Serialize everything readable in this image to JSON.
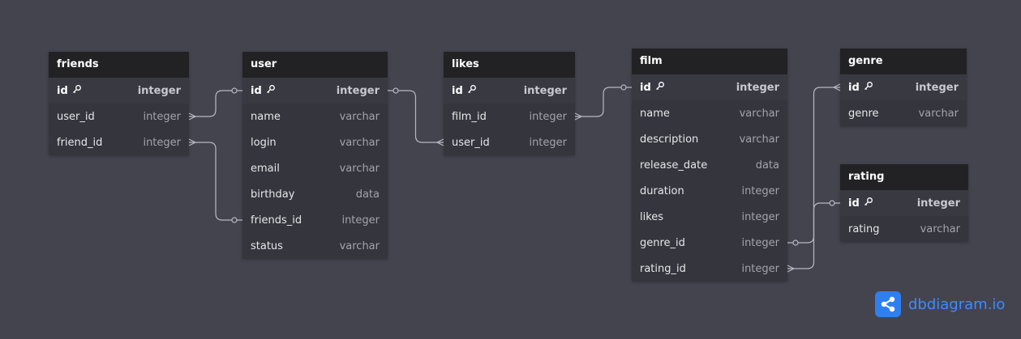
{
  "brand": {
    "name": "dbdiagram.io"
  },
  "tables": {
    "friends": {
      "name": "friends",
      "fields": [
        {
          "name": "id",
          "type": "integer",
          "pk": true
        },
        {
          "name": "user_id",
          "type": "integer"
        },
        {
          "name": "friend_id",
          "type": "integer"
        }
      ]
    },
    "user": {
      "name": "user",
      "fields": [
        {
          "name": "id",
          "type": "integer",
          "pk": true
        },
        {
          "name": "name",
          "type": "varchar"
        },
        {
          "name": "login",
          "type": "varchar"
        },
        {
          "name": "email",
          "type": "varchar"
        },
        {
          "name": "birthday",
          "type": "data"
        },
        {
          "name": "friends_id",
          "type": "integer"
        },
        {
          "name": "status",
          "type": "varchar"
        }
      ]
    },
    "likes": {
      "name": "likes",
      "fields": [
        {
          "name": "id",
          "type": "integer",
          "pk": true
        },
        {
          "name": "film_id",
          "type": "integer"
        },
        {
          "name": "user_id",
          "type": "integer"
        }
      ]
    },
    "film": {
      "name": "film",
      "fields": [
        {
          "name": "id",
          "type": "integer",
          "pk": true
        },
        {
          "name": "name",
          "type": "varchar"
        },
        {
          "name": "description",
          "type": "varchar"
        },
        {
          "name": "release_date",
          "type": "data"
        },
        {
          "name": "duration",
          "type": "integer"
        },
        {
          "name": "likes",
          "type": "integer"
        },
        {
          "name": "genre_id",
          "type": "integer"
        },
        {
          "name": "rating_id",
          "type": "integer"
        }
      ]
    },
    "genre": {
      "name": "genre",
      "fields": [
        {
          "name": "id",
          "type": "integer",
          "pk": true
        },
        {
          "name": "genre",
          "type": "varchar"
        }
      ]
    },
    "rating": {
      "name": "rating",
      "fields": [
        {
          "name": "id",
          "type": "integer",
          "pk": true
        },
        {
          "name": "rating",
          "type": "varchar"
        }
      ]
    }
  },
  "relationships": [
    {
      "from": "friends.user_id",
      "to": "user.id",
      "from_end": "many",
      "to_end": "one"
    },
    {
      "from": "friends.friend_id",
      "to": "user.friends_id",
      "from_end": "many",
      "to_end": "one"
    },
    {
      "from": "user.id",
      "to": "likes.user_id",
      "from_end": "one",
      "to_end": "many"
    },
    {
      "from": "likes.film_id",
      "to": "film.id",
      "from_end": "many",
      "to_end": "one"
    },
    {
      "from": "film.genre_id",
      "to": "genre.id",
      "from_end": "one",
      "to_end": "many"
    },
    {
      "from": "film.rating_id",
      "to": "rating.id",
      "from_end": "many",
      "to_end": "one"
    }
  ]
}
